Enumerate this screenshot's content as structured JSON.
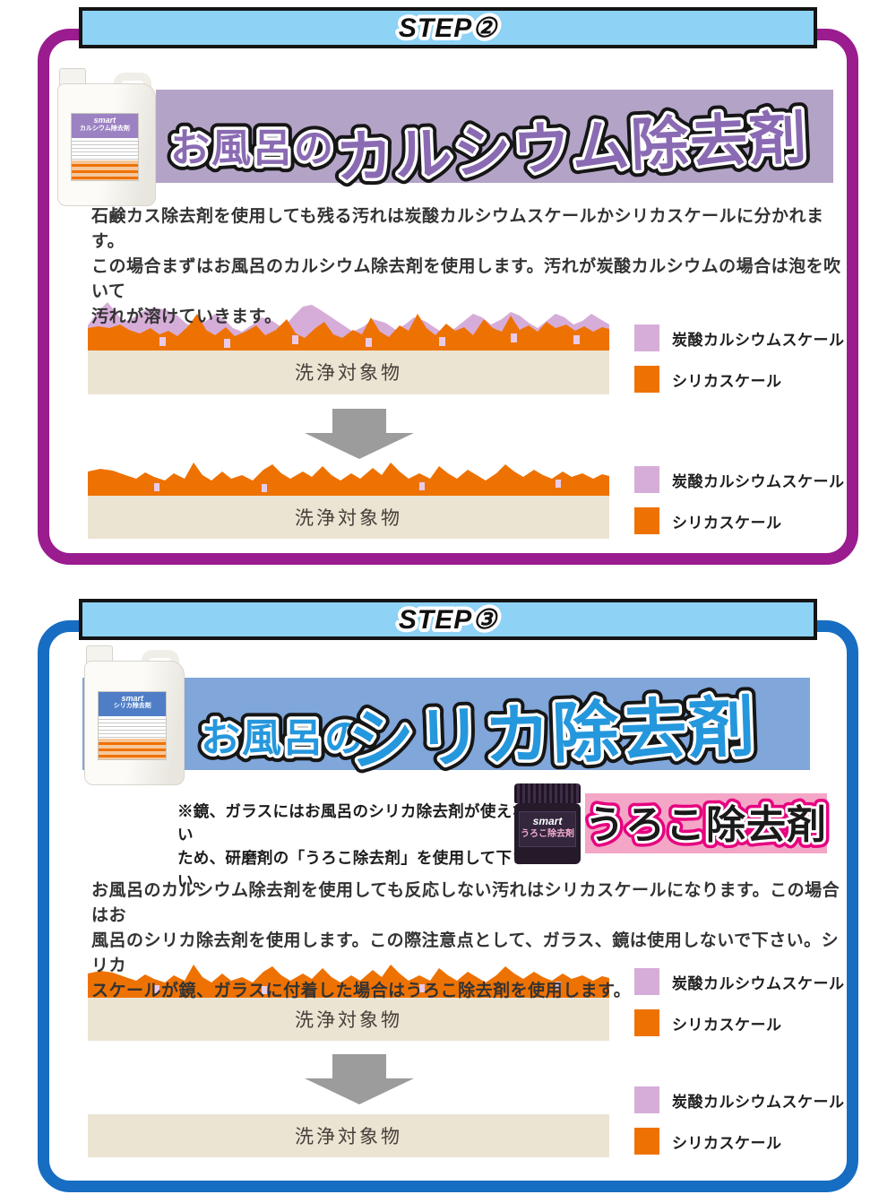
{
  "colors": {
    "step2_frame": "#9a1c8e",
    "step3_frame": "#176dc2",
    "header_bg": "#8ed2f5",
    "banner2_bg": "#b3a4c7",
    "banner3_bg": "#80a6da",
    "title2_fill": "#8a6bb3",
    "title3_fill": "#2597dd",
    "calcium_scale": "#d6add8",
    "calcium_scale_light": "#e9cbe9",
    "silica_scale": "#ee7202",
    "surface_beige": "#ece4d2",
    "arrow_gray": "#9c9c9c",
    "uroko_banner_bg": "#f3a6c6",
    "uroko_outline": "#e6007f"
  },
  "brand": "smart",
  "surface_label": "洗浄対象物",
  "legend": {
    "calcium": "炭酸カルシウムスケール",
    "silica": "シリカスケール"
  },
  "step2": {
    "header": "STEP②",
    "title_prefix": "お風呂の",
    "title_main": "カルシウム除去剤",
    "paragraph": [
      "石鹸カス除去剤を使用しても残る汚れは炭酸カルシウムスケールかシリカスケールに分かれます。",
      "この場合まずはお風呂のカルシウム除去剤を使用します。汚れが炭酸カルシウムの場合は泡を吹いて",
      "汚れが溶けていきます。"
    ]
  },
  "step3": {
    "header": "STEP③",
    "title_prefix": "お風呂の",
    "title_main": "シリカ除去剤",
    "note": [
      "※鏡、ガラスにはお風呂のシリカ除去剤が使えない",
      "ため、研磨剤の「うろこ除去剤」を使用して下さい。"
    ],
    "uroko_banner": "うろこ除去剤",
    "jar_brand": "smart",
    "jar_name": "うろこ除去剤",
    "paragraph": [
      "お風呂のカルシウム除去剤を使用しても反応しない汚れはシリカスケールになります。この場合はお",
      "風呂のシリカ除去剤を使用します。この際注意点として、ガラス、鏡は使用しないで下さい。シリカ",
      "スケールが鏡、ガラスに付着した場合はうろこ除去剤を使用します。"
    ]
  }
}
